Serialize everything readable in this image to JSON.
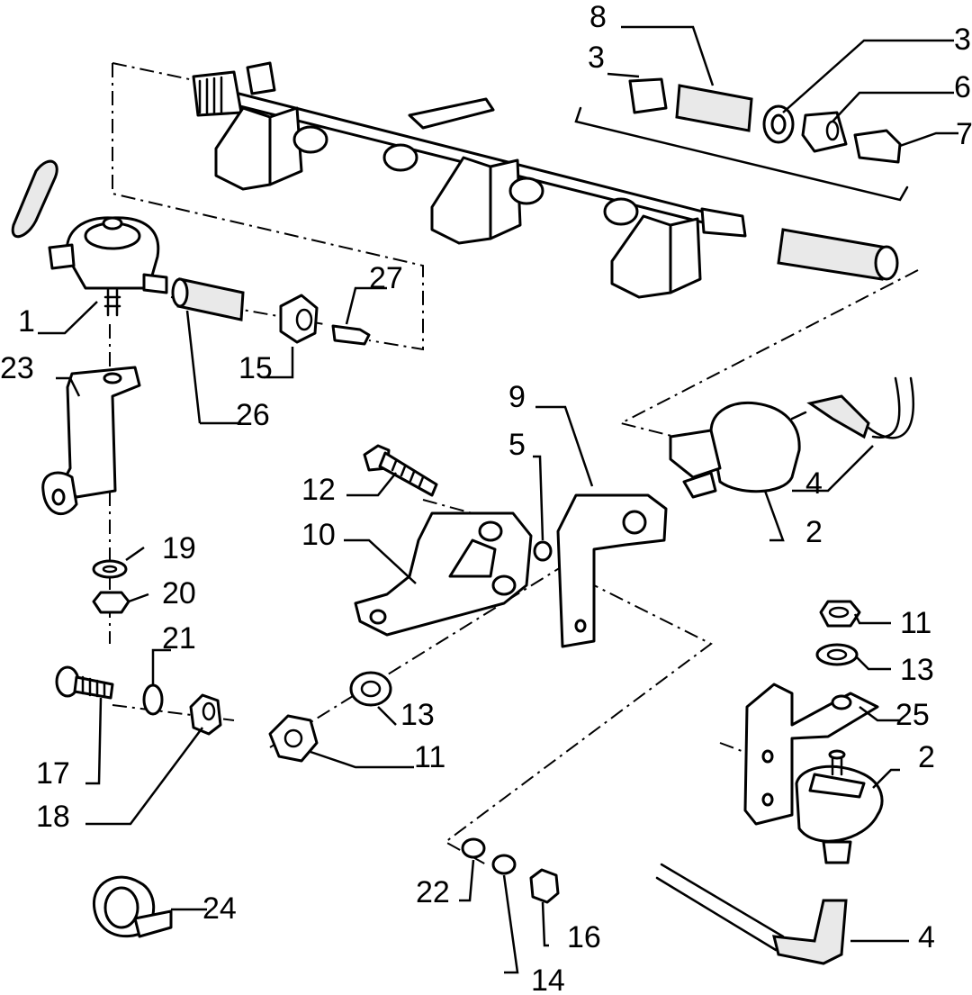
{
  "callouts": {
    "c1": "1",
    "c2a": "2",
    "c2b": "2",
    "c3a": "3",
    "c3b": "3",
    "c4a": "4",
    "c4b": "4",
    "c5": "5",
    "c6": "6",
    "c7": "7",
    "c8": "8",
    "c9": "9",
    "c10": "10",
    "c11a": "11",
    "c11b": "11",
    "c12": "12",
    "c13a": "13",
    "c13b": "13",
    "c14": "14",
    "c15": "15",
    "c16": "16",
    "c17": "17",
    "c18": "18",
    "c19": "19",
    "c20": "20",
    "c21": "21",
    "c22": "22",
    "c23": "23",
    "c24": "24",
    "c25": "25",
    "c26": "26",
    "c27": "27"
  }
}
